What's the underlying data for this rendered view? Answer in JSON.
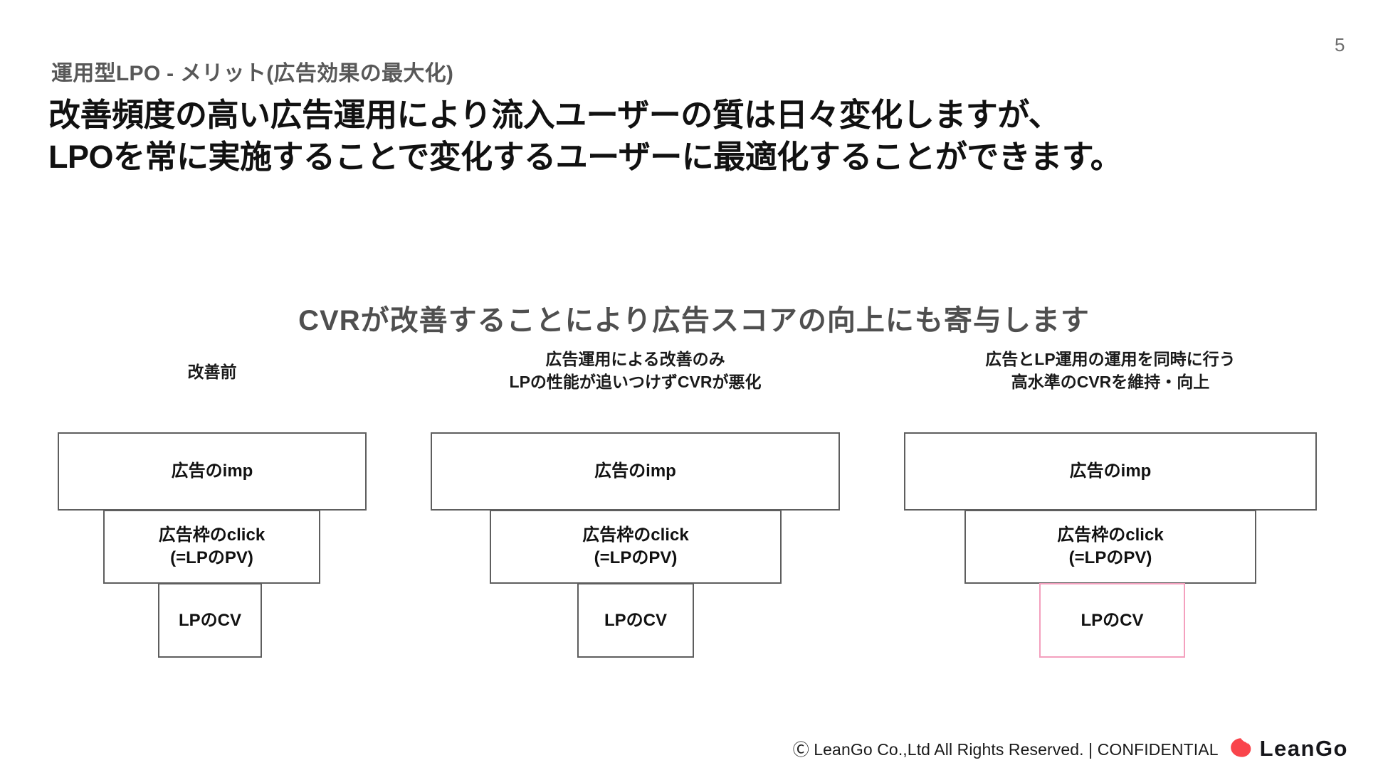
{
  "slide": {
    "page_number": "5",
    "eyebrow": "運用型LPO - メリット(広告効果の最大化)",
    "headline_line1": "改善頻度の高い広告運用により流入ユーザーの質は日々変化しますが、",
    "headline_line2": "LPOを常に実施することで変化するユーザーに最適化することができます。",
    "section_title": "CVRが改善することにより広告スコアの向上にも寄与します"
  },
  "funnels": [
    {
      "caption_line1": "改善前",
      "caption_line2": "",
      "stages": [
        {
          "label": "広告のimp",
          "sublabel": ""
        },
        {
          "label": "広告枠のclick",
          "sublabel": "(=LPのPV)"
        },
        {
          "label": "LPのCV",
          "sublabel": ""
        }
      ],
      "highlight": false
    },
    {
      "caption_line1": "広告運用による改善のみ",
      "caption_line2": "LPの性能が追いつけずCVRが悪化",
      "stages": [
        {
          "label": "広告のimp",
          "sublabel": ""
        },
        {
          "label": "広告枠のclick",
          "sublabel": "(=LPのPV)"
        },
        {
          "label": "LPのCV",
          "sublabel": ""
        }
      ],
      "highlight": false
    },
    {
      "caption_line1": "広告とLP運用の運用を同時に行う",
      "caption_line2": "高水準のCVRを維持・向上",
      "stages": [
        {
          "label": "広告のimp",
          "sublabel": ""
        },
        {
          "label": "広告枠のclick",
          "sublabel": "(=LPのPV)"
        },
        {
          "label": "LPのCV",
          "sublabel": ""
        }
      ],
      "highlight": true
    }
  ],
  "footer": {
    "copyright": "Ⓒ LeanGo Co.,Ltd All Rights Reserved. | CONFIDENTIAL",
    "brand_name": "LeanGo"
  },
  "colors": {
    "highlight_border": "#f4a0be",
    "box_border": "#5e5e5e",
    "brand_red": "#f9444b",
    "eyebrow_gray": "#585858",
    "section_title_gray": "#4f4f4f"
  },
  "chart_data": {
    "type": "bar",
    "title": "CVRが改善することにより広告スコアの向上にも寄与します",
    "categories": [
      "改善前",
      "広告運用による改善のみ",
      "広告とLP運用の運用を同時に行う"
    ],
    "stage_names": [
      "広告のimp",
      "広告枠のclick (=LPのPV)",
      "LPのCV"
    ],
    "series": [
      {
        "name": "広告のimp",
        "values": [
          434,
          575,
          580
        ]
      },
      {
        "name": "広告枠のclick",
        "values": [
          305,
          410,
          410
        ]
      },
      {
        "name": "LPのCV",
        "values": [
          146,
          164,
          205
        ]
      }
    ],
    "unit": "relative funnel width (px)",
    "xlabel": "",
    "ylabel": "",
    "grid": false,
    "legend": "none",
    "annotation": "3列目のLPのCVはピンク枠で強調"
  }
}
